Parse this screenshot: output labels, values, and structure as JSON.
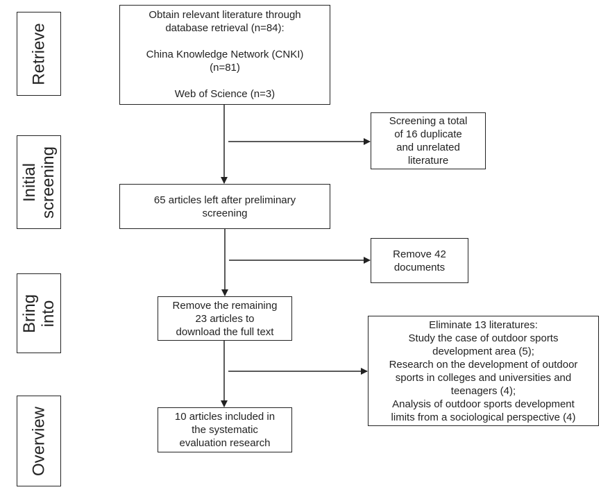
{
  "stages": [
    {
      "id": "retrieve",
      "lines": [
        "Retrieve"
      ]
    },
    {
      "id": "initial-screening",
      "lines": [
        "Initial",
        "screening"
      ]
    },
    {
      "id": "bring-into",
      "lines": [
        "Bring",
        "into"
      ]
    },
    {
      "id": "overview",
      "lines": [
        "Overview"
      ]
    }
  ],
  "main_boxes": [
    {
      "id": "retrieval",
      "lines": [
        "Obtain relevant literature through",
        "database retrieval (n=84):",
        "",
        "China Knowledge Network (CNKI)",
        "(n=81)",
        "",
        "Web of Science (n=3)"
      ]
    },
    {
      "id": "preliminary",
      "lines": [
        "65 articles left after preliminary",
        "screening"
      ]
    },
    {
      "id": "full-text",
      "lines": [
        "Remove the remaining",
        "23 articles to",
        "download the full text"
      ]
    },
    {
      "id": "included",
      "lines": [
        "10 articles included in",
        "the systematic",
        "evaluation research"
      ]
    }
  ],
  "side_boxes": [
    {
      "id": "duplicates",
      "lines": [
        "Screening a total",
        "of 16 duplicate",
        "and unrelated",
        "literature"
      ]
    },
    {
      "id": "removed",
      "lines": [
        "Remove 42",
        "documents"
      ]
    },
    {
      "id": "eliminated",
      "lines": [
        "Eliminate 13 literatures:",
        "Study the case of outdoor sports",
        "development area (5);",
        "Research on the development of outdoor",
        "sports in colleges and universities and",
        "teenagers (4);",
        "Analysis of outdoor sports development",
        "limits from a sociological perspective (4)"
      ]
    }
  ]
}
